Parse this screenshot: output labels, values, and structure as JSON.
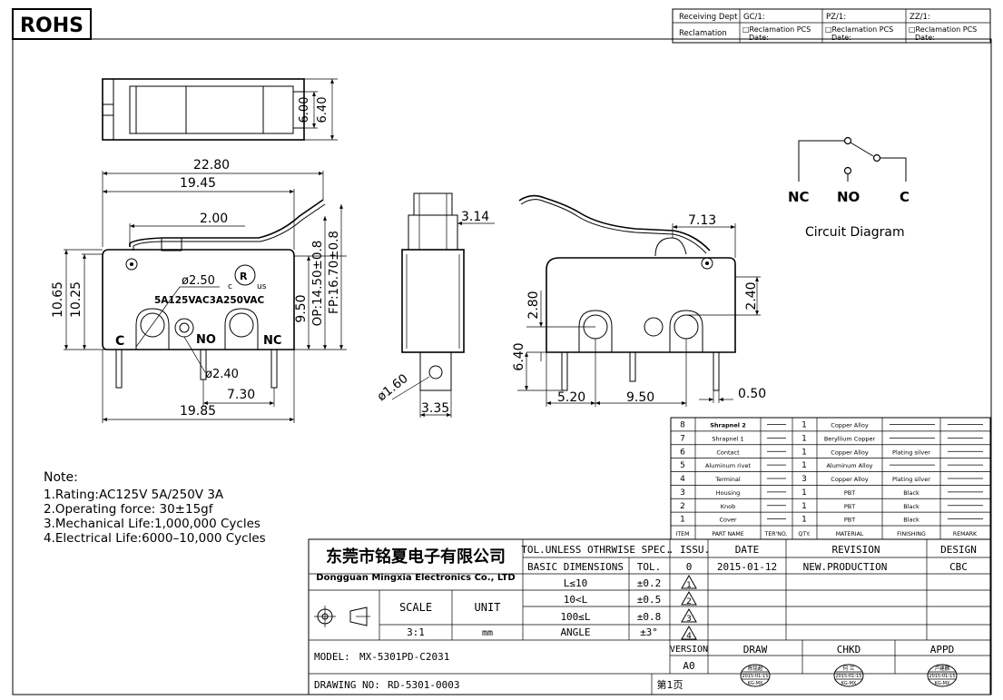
{
  "rohs": "ROHS",
  "approval": {
    "receiving_dept": "Receiving Dept",
    "reclamation": "Reclamation",
    "cols": [
      {
        "head": "GC/1:",
        "recl": "□Reclamation  PCS",
        "date": "Date:"
      },
      {
        "head": "PZ/1:",
        "recl": "□Reclamation  PCS",
        "date": "Date:"
      },
      {
        "head": "ZZ/1:",
        "recl": "□Reclamation  PCS",
        "date": "Date:"
      }
    ]
  },
  "dims": {
    "top_h1": "6.00",
    "top_h2": "6.40",
    "w2280": "22.80",
    "w1945": "19.45",
    "w200": "2.00",
    "d250": "ø2.50",
    "d240": "ø2.40",
    "h1065": "10.65",
    "h1025": "10.25",
    "h950": "9.50",
    "op": "OP:14.50±0.8",
    "fp": "FP:16.70±0.8",
    "w730": "7.30",
    "w1985": "19.85",
    "w314": "3.14",
    "d160": "ø1.60",
    "w335": "3.35",
    "w713": "7.13",
    "h240": "2.40",
    "h280": "2.80",
    "h640": "6.40",
    "w520": "5.20",
    "w950": "9.50",
    "w050": "0.50"
  },
  "switch_labels": {
    "c": "C",
    "no": "NO",
    "nc": "NC",
    "rating_mark": "5A125VAC3A250VAC"
  },
  "circuit": {
    "nc": "NC",
    "no": "NO",
    "c": "C",
    "caption": "Circuit  Diagram"
  },
  "notes": {
    "title": "Note:",
    "items": [
      "1.Rating:AC125V  5A/250V  3A",
      "2.Operating  force: 30±15gf",
      "3.Mechanical  Life:1,000,000  Cycles",
      "4.Electrical  Life:6000–10,000  Cycles"
    ]
  },
  "bom": {
    "headers": [
      "ITEM",
      "PART NAME",
      "TER'NO.",
      "QTY.",
      "MATERIAL",
      "FINISHING",
      "REMARK"
    ],
    "rows": [
      {
        "item": "8",
        "part": "Shrapnel 2",
        "qty": "1",
        "material": "Copper Alloy",
        "finishing": ""
      },
      {
        "item": "7",
        "part": "Shrapnel 1",
        "qty": "1",
        "material": "Beryllium Copper",
        "finishing": ""
      },
      {
        "item": "6",
        "part": "Contact",
        "qty": "1",
        "material": "Copper Alloy",
        "finishing": "Plating silver"
      },
      {
        "item": "5",
        "part": "Aluminum rivet",
        "qty": "1",
        "material": "Aluminum Alloy",
        "finishing": ""
      },
      {
        "item": "4",
        "part": "Terminal",
        "qty": "3",
        "material": "Copper Alloy",
        "finishing": "Plating silver"
      },
      {
        "item": "3",
        "part": "Housing",
        "qty": "1",
        "material": "PBT",
        "finishing": "Black"
      },
      {
        "item": "2",
        "part": "Knob",
        "qty": "1",
        "material": "PBT",
        "finishing": "Black"
      },
      {
        "item": "1",
        "part": "Cover",
        "qty": "1",
        "material": "PBT",
        "finishing": "Black"
      }
    ]
  },
  "title_block": {
    "company_cn": "东莞市铭夏电子有限公司",
    "company_en": "Dongguan Mingxia Electronics Co., LTD",
    "scale_label": "SCALE",
    "unit_label": "UNIT",
    "scale_value": "3:1",
    "unit_value": "mm",
    "tol_header": "TOL.UNLESS OTHRWISE SPEC.",
    "basic_dimensions": "BASIC DIMENSIONS",
    "tol": "TOL.",
    "tol_rows": [
      {
        "range": "L≤10",
        "value": "±0.2"
      },
      {
        "range": "10<L",
        "value": "±0.5"
      },
      {
        "range": "100≤L",
        "value": "±0.8"
      },
      {
        "range": "ANGLE",
        "value": "±3°"
      }
    ],
    "issu": ". ISSU.",
    "date": "DATE",
    "revision": "REVISION",
    "design": "DESIGN",
    "rev0": {
      "issue": "0",
      "date": "2015-01-12",
      "revision": "NEW.PRODUCTION",
      "design": "CBC"
    },
    "rev_marks": [
      "1",
      "2",
      "3",
      "4"
    ],
    "model_label": "MODEL:",
    "model_value": "MX-5301PD-C2031",
    "version_label": "VERSION",
    "version_value": "A0",
    "draw": "DRAW",
    "chkd": "CHKD",
    "appd": "APPD",
    "drawing_no_label": "DRAWING NO:",
    "drawing_no_value": "RD-5301-0003",
    "page": "第1页",
    "stamps": [
      {
        "name": "陈铭超",
        "date": "2015-01-15",
        "org": "KG-MX"
      },
      {
        "name": "何 兰",
        "date": "2015-01-15",
        "org": "KG-MX"
      },
      {
        "name": "卢建麟",
        "date": "2015-01-15",
        "org": "KG-MX"
      }
    ]
  }
}
